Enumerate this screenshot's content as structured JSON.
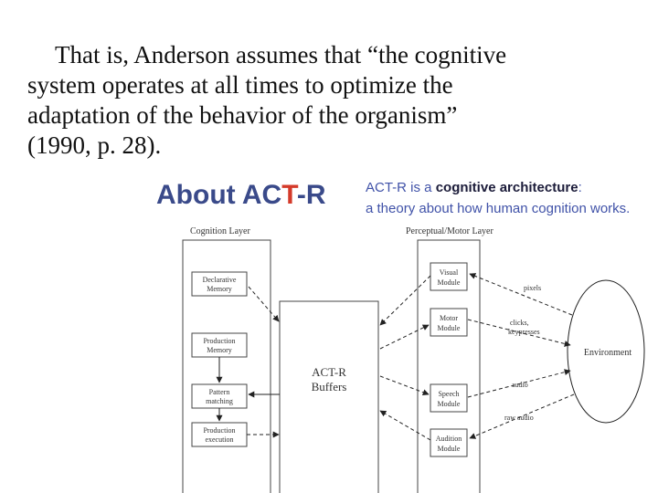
{
  "slide": {
    "quote_lines": [
      "That is, Anderson assumes that “the cognitive",
      "system operates at all times to optimize the",
      "adaptation of the behavior of the organism”",
      "(1990, p. 28)."
    ],
    "about_prefix": "About AC",
    "about_t": "T",
    "about_suffix": "-R",
    "tagline_prefix": "ACT-R is a ",
    "tagline_bold": "cognitive architecture",
    "tagline_colon": ":",
    "tagline_line2": "a theory about how human cognition works."
  },
  "diagram": {
    "cognition_layer": "Cognition Layer",
    "perceptual_motor_layer": "Perceptual/Motor Layer",
    "declarative_memory": [
      "Declarative",
      "Memory"
    ],
    "production_memory": [
      "Production",
      "Memory"
    ],
    "pattern_matching": [
      "Pattern",
      "matching"
    ],
    "production_execution": [
      "Production",
      "execution"
    ],
    "buffers": [
      "ACT-R",
      "Buffers"
    ],
    "visual_module": [
      "Visual",
      "Module"
    ],
    "motor_module": [
      "Motor",
      "Module"
    ],
    "speech_module": [
      "Speech",
      "Module"
    ],
    "audition_module": [
      "Audition",
      "Module"
    ],
    "environment": "Environment",
    "pixels": "pixels",
    "clicks": [
      "clicks,",
      "keypresses"
    ],
    "audio": "audio",
    "raw_audio": "raw audio"
  }
}
